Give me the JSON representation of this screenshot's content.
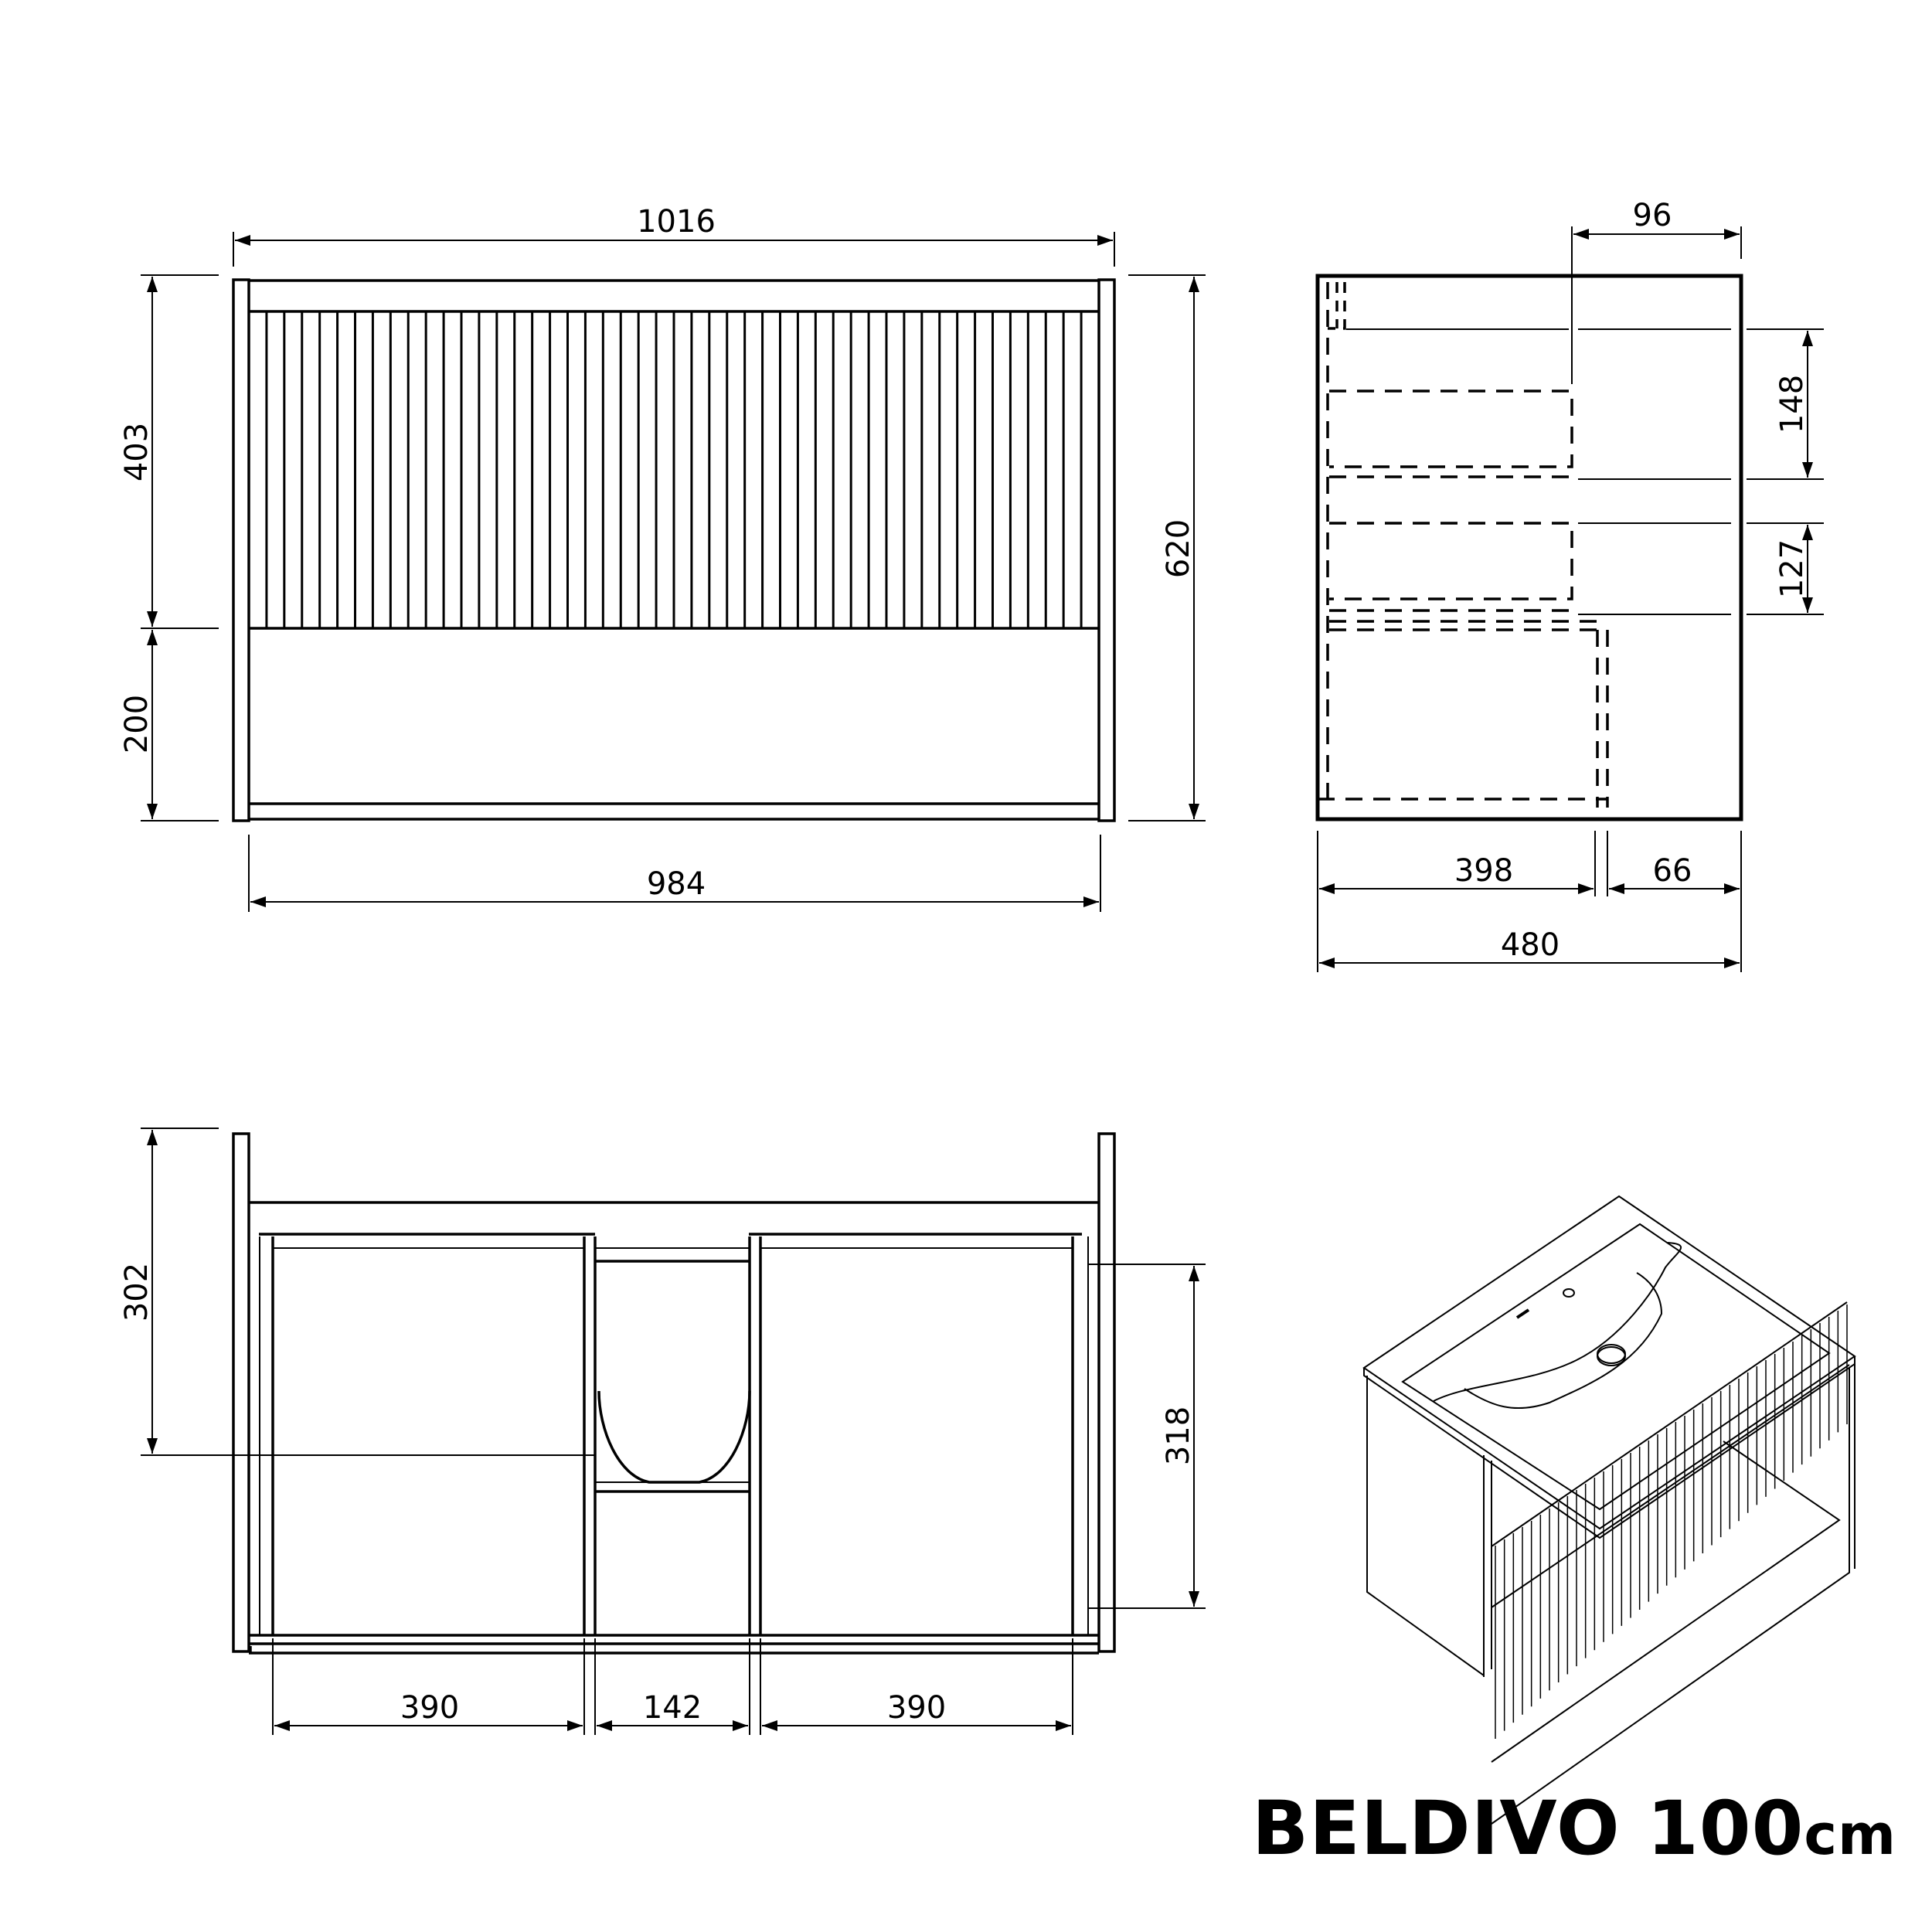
{
  "product": {
    "name": "BELDIVO",
    "size": "100",
    "unit": "cm"
  },
  "front_view": {
    "overall_width": "1016",
    "inner_width": "984",
    "overall_height": "620",
    "drawer_height": "403",
    "open_shelf_height": "200",
    "slat_count": 49
  },
  "side_view": {
    "top_offset": "96",
    "upper_drawer_height": "148",
    "lower_drawer_height": "127",
    "drawer_depth": "398",
    "front_depth": "66",
    "overall_depth": "480"
  },
  "top_view": {
    "left_compartment_width": "390",
    "center_compartment_width": "142",
    "right_compartment_width": "390",
    "siphon_cutout_depth": "302",
    "drawer_inner_depth": "318"
  },
  "iso_view": {
    "label": "isometric-render"
  },
  "colors": {
    "line": "#000000",
    "background": "#ffffff"
  }
}
